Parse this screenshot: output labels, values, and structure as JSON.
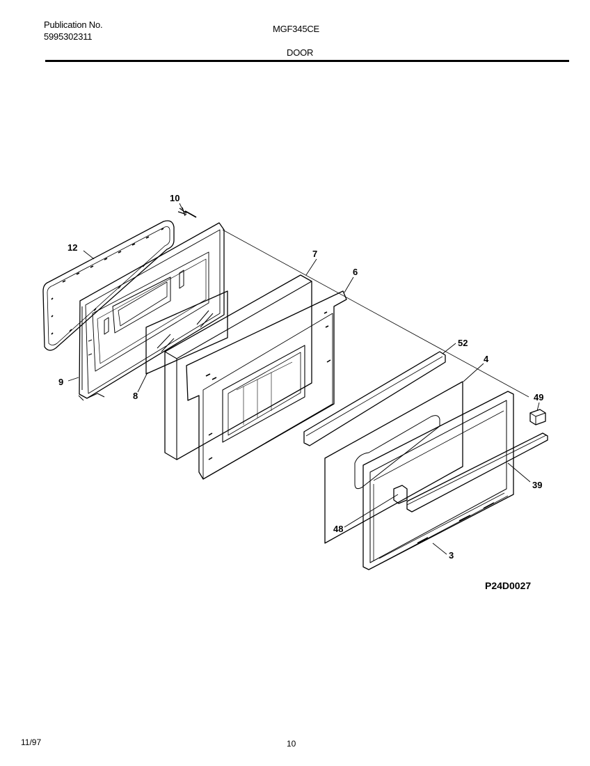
{
  "header": {
    "publication_label": "Publication No.",
    "publication_number": "5995302311",
    "model": "MGF345CE",
    "section": "DOOR"
  },
  "callouts": {
    "c10": "10",
    "c12": "12",
    "c7": "7",
    "c6": "6",
    "c52": "52",
    "c4": "4",
    "c49": "49",
    "c9": "9",
    "c8": "8",
    "c39": "39",
    "c48": "48",
    "c3": "3"
  },
  "drawing_code": "P24D0027",
  "footer": {
    "date": "11/97",
    "page": "10"
  }
}
